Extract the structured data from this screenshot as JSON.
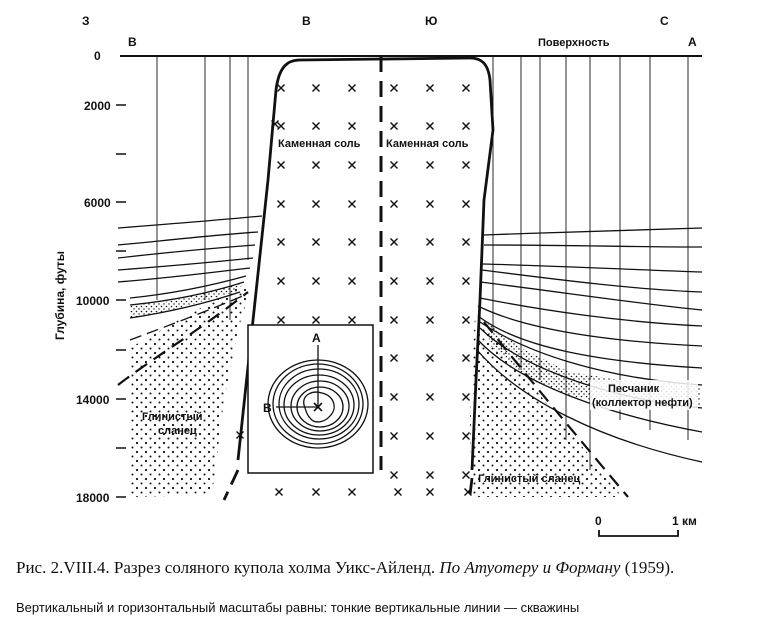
{
  "directions": {
    "left_top": "З",
    "center_left": "В",
    "center_right": "Ю",
    "right_top": "С"
  },
  "section_ends": {
    "left": "В",
    "right": "А"
  },
  "surface_label": "Поверхность",
  "axis": {
    "ylabel": "Глубина, футы",
    "ticks": [
      "0",
      "2000",
      "6000",
      "10000",
      "14000",
      "18000"
    ]
  },
  "labels": {
    "rock_salt_left": "Каменная соль",
    "rock_salt_right": "Каменная соль",
    "shale_left_line1": "Глинистый",
    "shale_left_line2": "сланец",
    "shale_right": "Глинистый сланец",
    "sandstone_line1": "Песчаник",
    "sandstone_line2": "(коллектор нефти)"
  },
  "inset": {
    "label_a": "А",
    "label_b": "В"
  },
  "scale": {
    "zero": "0",
    "one_km": "1 км"
  },
  "caption": {
    "fig_number": "Рис. 2.VIII.4.",
    "title": "Разрез соляного купола холма Уикс-Айленд.",
    "authors": "По Атуотеру и Форману",
    "year": "(1959).",
    "note": "Вертикальный и горизонтальный масштабы равны: тонкие вертикальные линии — скважины"
  }
}
